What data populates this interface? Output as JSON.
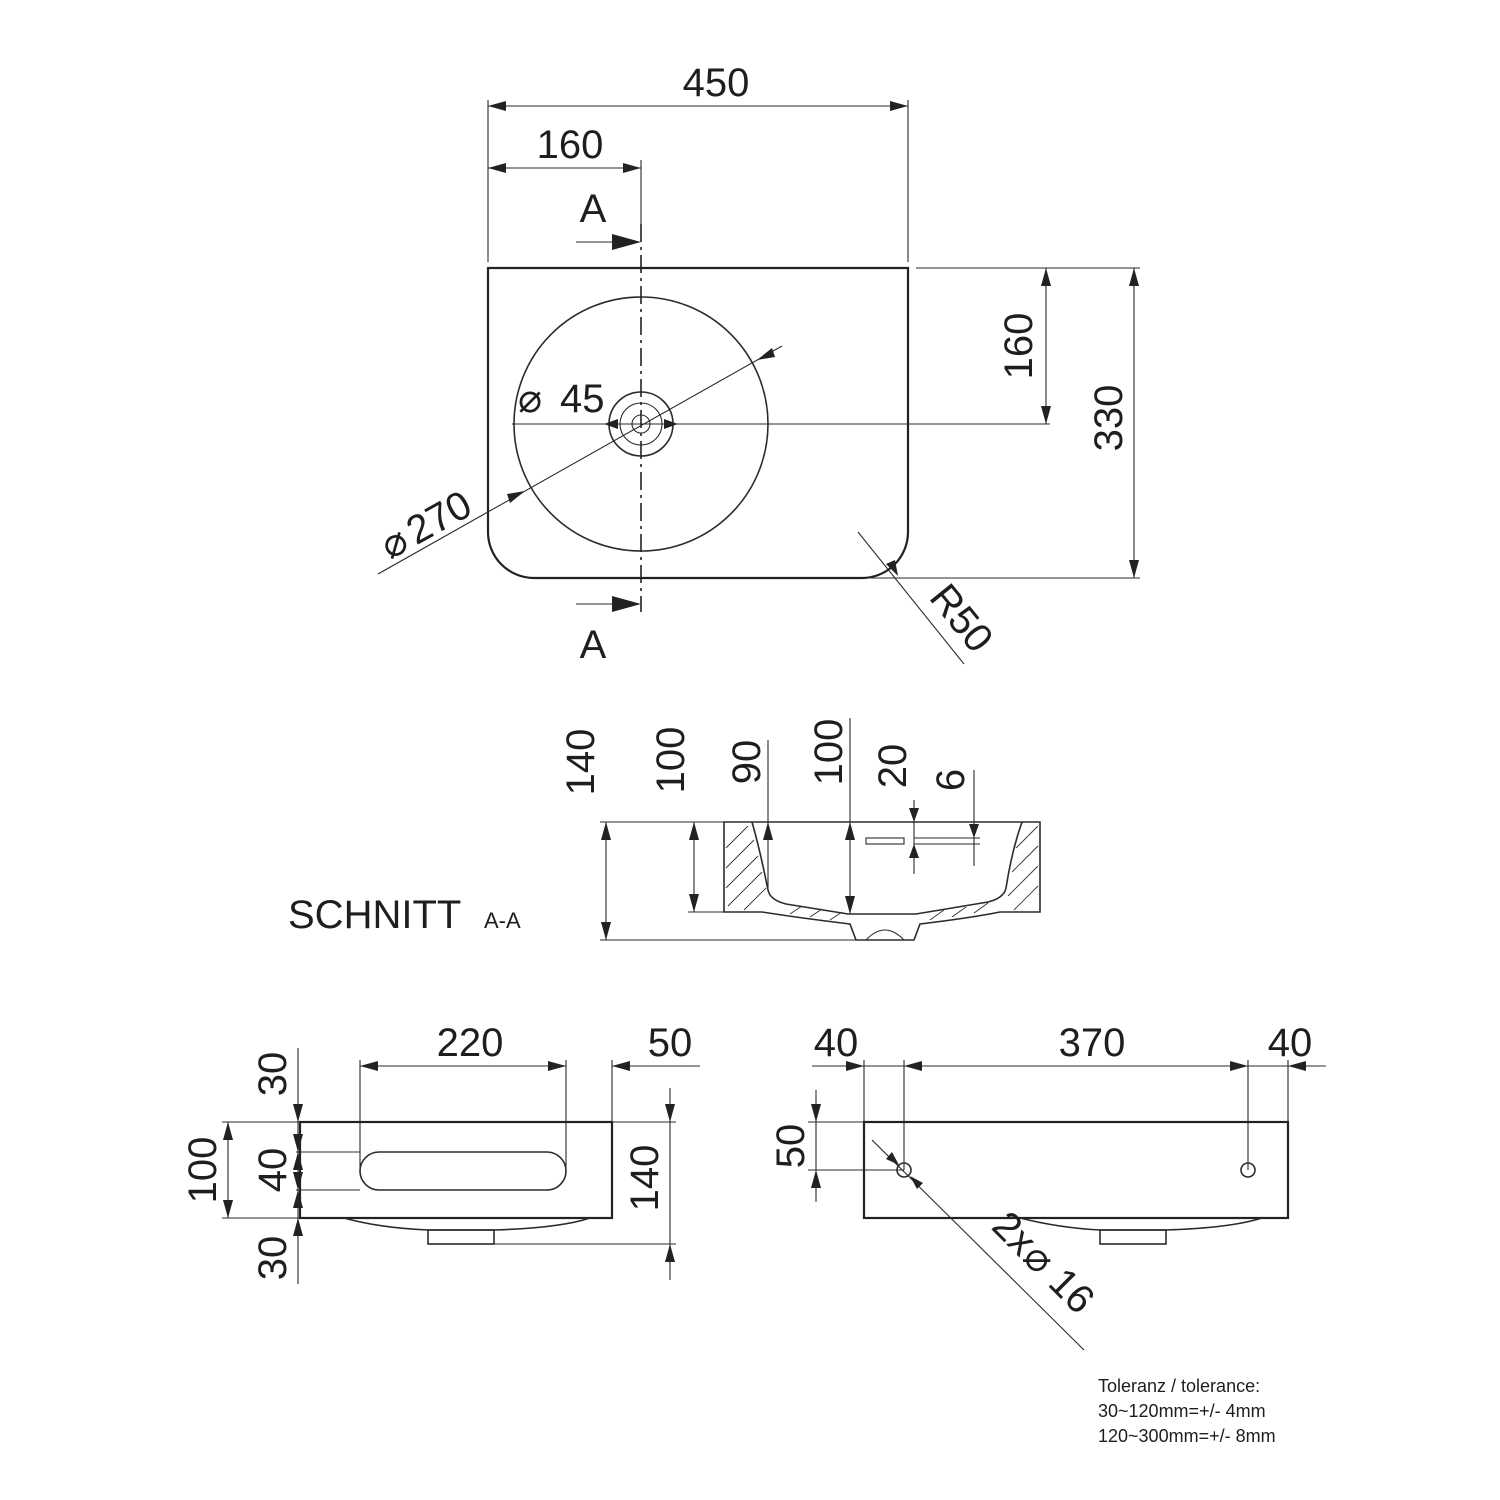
{
  "top_view": {
    "dims": {
      "width": "450",
      "offset": "160",
      "height": "330",
      "center_y": "160",
      "bowl_diameter": "270",
      "drain_diameter": "45",
      "radius": "R50"
    },
    "section_mark": "A",
    "diameter_symbol": "⌀"
  },
  "section_view": {
    "title": "SCHNITT",
    "title_suffix": "A-A",
    "dims": {
      "total_height": "140",
      "inner_depth": "100",
      "wall": "90",
      "bowl_depth": "100",
      "overflow_top": "20",
      "overflow_h": "6"
    }
  },
  "side_view": {
    "dims": {
      "length": "220",
      "end": "50",
      "top": "30",
      "slot": "40",
      "bottom": "30",
      "body": "100",
      "total": "140"
    }
  },
  "back_view": {
    "dims": {
      "left": "40",
      "span": "370",
      "right": "40",
      "hole_height": "50",
      "holes_count": "2x",
      "hole_diameter": "16"
    }
  },
  "tolerance": {
    "title": "Toleranz / tolerance:",
    "line1": "30~120mm=+/- 4mm",
    "line2": "120~300mm=+/- 8mm"
  }
}
